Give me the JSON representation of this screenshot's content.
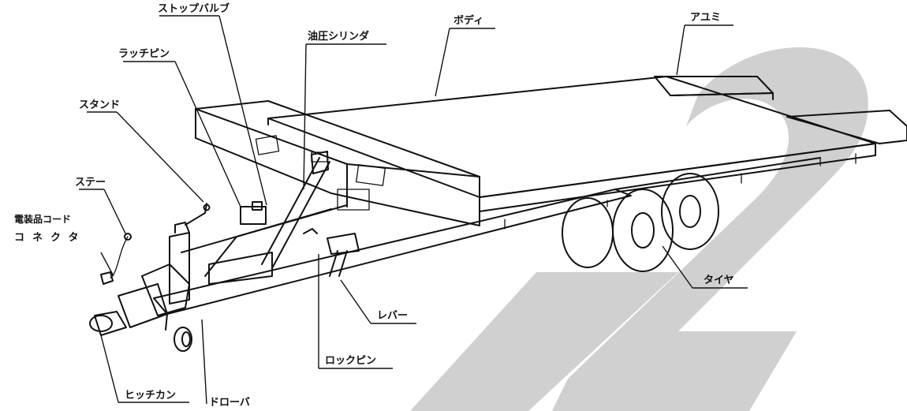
{
  "figure": {
    "colors": {
      "ink": "#111111",
      "watermark": "#d0d0d0",
      "panel": "#ffffff"
    },
    "labels": {
      "stop_valve": "ストップバルブ",
      "hydraulic_cylinder": "油圧シリンダ",
      "body": "ボディ",
      "ramp": "アユミ",
      "latch_pin": "ラッチピン",
      "stand": "スタンド",
      "stay": "ステー",
      "electric_cord": "電装品コード",
      "connector": "コネクタ",
      "tire": "タイヤ",
      "lever": "レバー",
      "lock_pin": "ロックピン",
      "hitch_can": "ヒッチカン",
      "drawbar": "ドローバ"
    }
  }
}
